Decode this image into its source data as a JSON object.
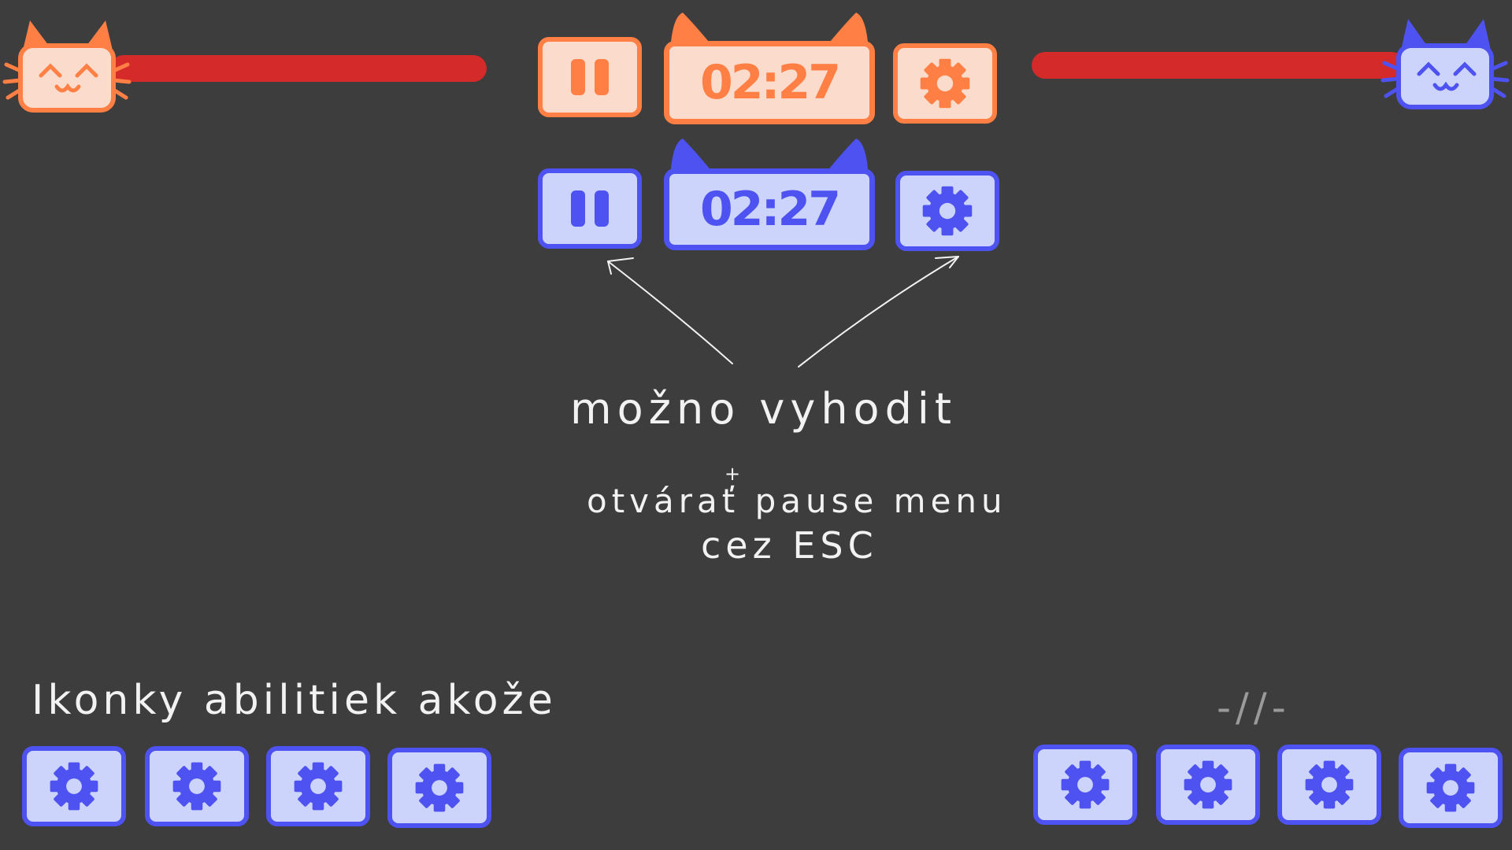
{
  "colors": {
    "background": "#3d3d3d",
    "orange_accent": "#ff7f45",
    "orange_fill": "#fbdccc",
    "blue_accent": "#4d52f0",
    "blue_fill": "#ccd4fb",
    "health_bar": "#d42a2a"
  },
  "player_orange": {
    "health": 1.0,
    "avatar_icon": "orange-cat-face-icon"
  },
  "player_blue": {
    "health": 1.0,
    "avatar_icon": "blue-cat-face-icon"
  },
  "hud_orange": {
    "timer": "02:27",
    "pause_icon": "pause-icon",
    "settings_icon": "gear-icon"
  },
  "hud_blue": {
    "timer": "02:27",
    "pause_icon": "pause-icon",
    "settings_icon": "gear-icon"
  },
  "notes": {
    "remove": "možno vyhodit",
    "pause_line1": "otvárať pause menu",
    "pause_plus": "+",
    "pause_line2": "cez ESC",
    "abilities": "Ikonky abilitiek akože",
    "ditto": "-//-"
  },
  "abilities_left": [
    "gear-icon",
    "gear-icon",
    "gear-icon",
    "gear-icon"
  ],
  "abilities_right": [
    "gear-icon",
    "gear-icon",
    "gear-icon",
    "gear-icon"
  ]
}
